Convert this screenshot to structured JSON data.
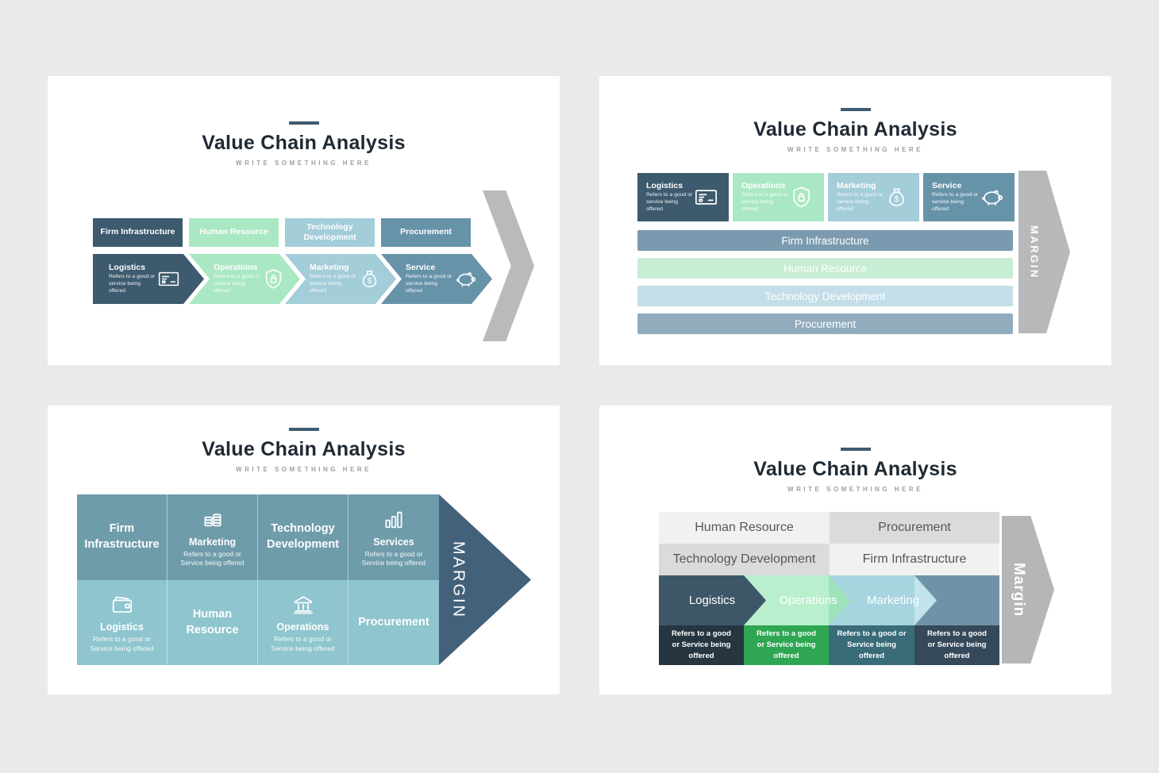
{
  "page": {
    "background": "#e9eaea",
    "card_background": "#ffffff"
  },
  "colors": {
    "accent_dash": "#3f5c71",
    "title_text": "#1f2933",
    "subtitle_text": "#9aa0a6",
    "dark_slate": "#3d5a6e",
    "light_green": "#a9e8c3",
    "light_blue": "#a3cdd9",
    "steel_blue": "#6793a9",
    "margin_gray": "#b7b8ba",
    "bar_firm": "#7b9ab0",
    "bar_hr": "#c8edd5",
    "bar_tech": "#c3dee8",
    "bar_proc": "#92acbe",
    "table_top_row": "#6f9cab",
    "table_bottom_row": "#8fc5ce",
    "margin_triangle": "#44617a",
    "grid_light": "#f1f1f1",
    "grid_dark": "#dbdbdb",
    "chevron_dark": "#3e5768",
    "chevron_green": "#b9efcd",
    "chevron_blue": "#a6d4df",
    "chevron_steel": "#6e93a6",
    "refer_navy": "#263540",
    "refer_green": "#2ea653",
    "refer_teal": "#3a6b78",
    "refer_slate": "#35495a"
  },
  "slides": [
    {
      "title": "Value Chain Analysis",
      "subtitle": "WRITE SOMETHING HERE",
      "support_boxes": [
        {
          "label": "Firm Infrastructure"
        },
        {
          "label": "Human Resource"
        },
        {
          "label": "Technology Development"
        },
        {
          "label": "Procurement"
        }
      ],
      "primary_activities": [
        {
          "label": "Logistics",
          "desc": "Refers to a good or service being offered",
          "icon": "envelope-icon"
        },
        {
          "label": "Operations",
          "desc": "Refers to a good or service being offered",
          "icon": "shield-lock-icon"
        },
        {
          "label": "Marketing",
          "desc": "Refers to a good or service being offered",
          "icon": "money-bag-icon"
        },
        {
          "label": "Service",
          "desc": "Refers to a good or service being offered",
          "icon": "piggy-bank-icon"
        }
      ]
    },
    {
      "title": "Value Chain Analysis",
      "subtitle": "WRITE SOMETHING HERE",
      "activity_cards": [
        {
          "label": "Logistics",
          "desc": "Refers to a good or service being offered",
          "icon": "envelope-icon"
        },
        {
          "label": "Operations",
          "desc": "Refers to a good or service being offered",
          "icon": "shield-lock-icon"
        },
        {
          "label": "Marketing",
          "desc": "Refers to a good or service being offered",
          "icon": "money-bag-icon"
        },
        {
          "label": "Service",
          "desc": "Refers to a good or service being offered",
          "icon": "piggy-bank-icon"
        }
      ],
      "support_bars": [
        {
          "label": "Firm Infrastructure"
        },
        {
          "label": "Human Resource"
        },
        {
          "label": "Technology Development"
        },
        {
          "label": "Procurement"
        }
      ],
      "margin_label": "MARGIN"
    },
    {
      "title": "Value Chain Analysis",
      "subtitle": "WRITE SOMETHING HERE",
      "top_row": [
        {
          "label": "Firm Infrastructure"
        },
        {
          "label": "Marketing",
          "desc": "Refers to a good or Service being offered",
          "icon": "coins-icon"
        },
        {
          "label": "Technology Development"
        },
        {
          "label": "Services",
          "desc": "Refers to a good or Service being offered",
          "icon": "bar-chart-icon"
        }
      ],
      "bottom_row": [
        {
          "label": "Logistics",
          "desc": "Refers to a good or Service being offered",
          "icon": "wallet-icon"
        },
        {
          "label": "Human Resource"
        },
        {
          "label": "Operations",
          "desc": "Refers to a good or Service being offered",
          "icon": "bank-icon"
        },
        {
          "label": "Procurement"
        }
      ],
      "margin_label": "MARGIN"
    },
    {
      "title": "Value Chain Analysis",
      "subtitle": "WRITE SOMETHING HERE",
      "grid_cells": [
        {
          "label": "Human Resource"
        },
        {
          "label": "Procurement"
        },
        {
          "label": "Technology Development"
        },
        {
          "label": "Firm Infrastructure"
        }
      ],
      "chevron_labels": [
        {
          "label": "Logistics"
        },
        {
          "label": "Operations"
        },
        {
          "label": "Marketing"
        }
      ],
      "refer_boxes": [
        {
          "text": "Refers to a good or Service being offered"
        },
        {
          "text": "Refers to a good or Service being offered"
        },
        {
          "text": "Refers to a good or Service being offered"
        },
        {
          "text": "Refers to a good or Service being offered"
        }
      ],
      "margin_label": "Margin"
    }
  ]
}
